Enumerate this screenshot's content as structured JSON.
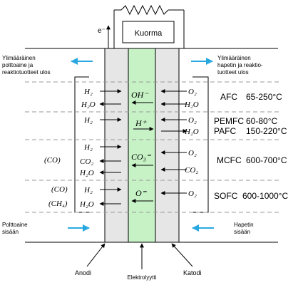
{
  "load": {
    "label": "Kuorma",
    "electron": "e⁻"
  },
  "top": {
    "left_exhaust": [
      "Ylimääräinen",
      "polttoaine ja",
      "reaktiotuotteet ulos"
    ],
    "right_exhaust": [
      "Ylimääräinen",
      "hapetin ja reaktio-",
      "tuotteet ulos"
    ]
  },
  "bottom": {
    "fuel_in": [
      "Polttoaine",
      "sisään"
    ],
    "oxidant_in": [
      "Hapetin",
      "sisään"
    ],
    "anode": "Anodi",
    "electrolyte": "Elektrolyytti",
    "cathode": "Katodi"
  },
  "rows": {
    "afc": {
      "name": "AFC",
      "temp": "65-250°C",
      "anode": [
        "H₂",
        "H₂O"
      ],
      "ion": "OH⁻",
      "cathode": [
        "O₂",
        "H₂O"
      ]
    },
    "pemfc": {
      "name": "PEMFC",
      "temp": "60-80°C",
      "anode": [
        "H₂"
      ],
      "ion": "H⁺",
      "cathode": [
        "O₂",
        "H₂O"
      ]
    },
    "pafc": {
      "name": "PAFC",
      "temp": "150-220°C"
    },
    "mcfc": {
      "name": "MCFC",
      "temp": "600-700°C",
      "fuel_extra": "(CO)",
      "anode": [
        "H₂",
        "CO₂",
        "H₂O"
      ],
      "ion": "CO₃⁼",
      "cathode": [
        "O₂",
        "CO₂"
      ]
    },
    "sofc": {
      "name": "SOFC",
      "temp": "600-1000°C",
      "fuel_extra": [
        "(CO)",
        "(CH₄)"
      ],
      "anode": [
        "H₂",
        "H₂O"
      ],
      "ion": "O⁼",
      "cathode": [
        "O₂"
      ]
    }
  },
  "colors": {
    "electrolyte": "#c6f2c6",
    "electrode": "#e6e6e6",
    "flow_arrow": "#29a8e0",
    "line": "#000000",
    "dash": "#999999"
  }
}
